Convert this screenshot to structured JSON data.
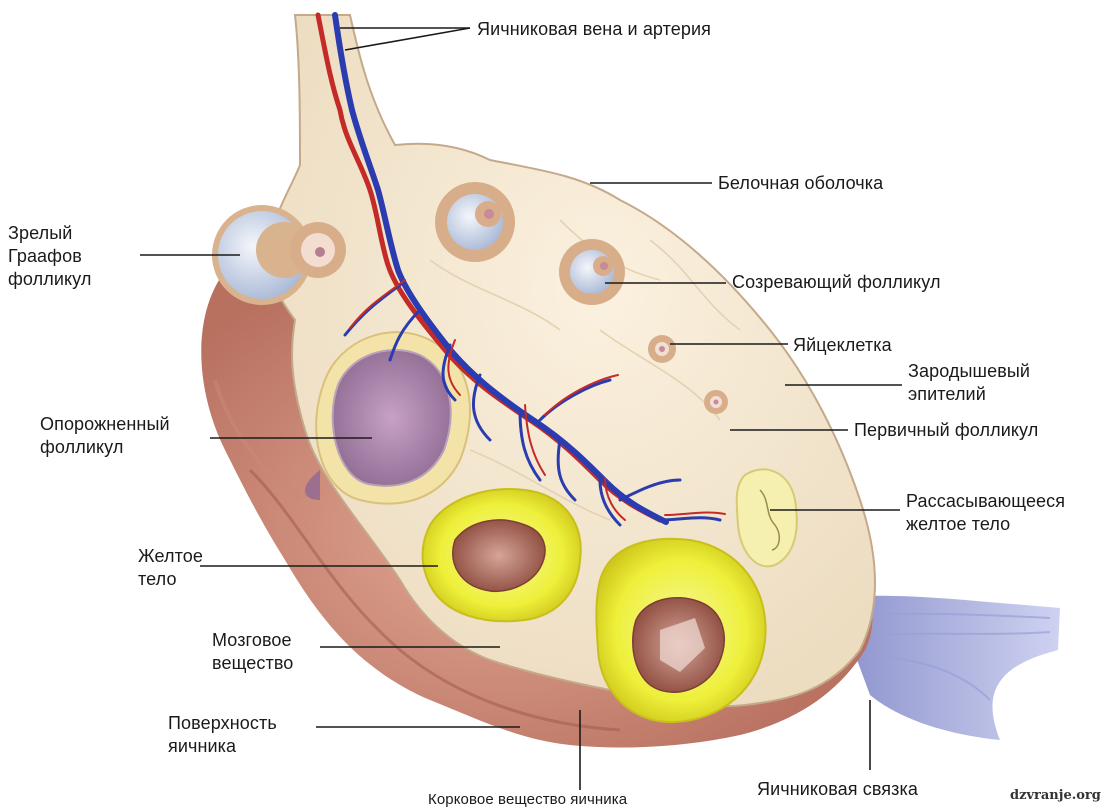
{
  "labels": {
    "vessels": "Яичниковая вена и артерия",
    "tunica_albuginea": "Белочная оболочка",
    "mature_follicle": "Зрелый\nГраафов\nфолликул",
    "maturing_follicle": "Созревающий фолликул",
    "oocyte": "Яйцеклетка",
    "germinal_epithelium": "Зародышевый\nэпителий",
    "primary_follicle": "Первичный фолликул",
    "empty_follicle": "Опорожненный\nфолликул",
    "regressing_corpus_luteum": "Рассасывающееся\nжелтое тело",
    "corpus_luteum": "Желтое\nтело",
    "medulla": "Мозговое\nвещество",
    "ovary_surface": "Поверхность\nяичника",
    "cortex": "Корковое вещество яичника",
    "ovarian_ligament": "Яичниковая связка"
  },
  "watermark": "dzvranje.org"
}
